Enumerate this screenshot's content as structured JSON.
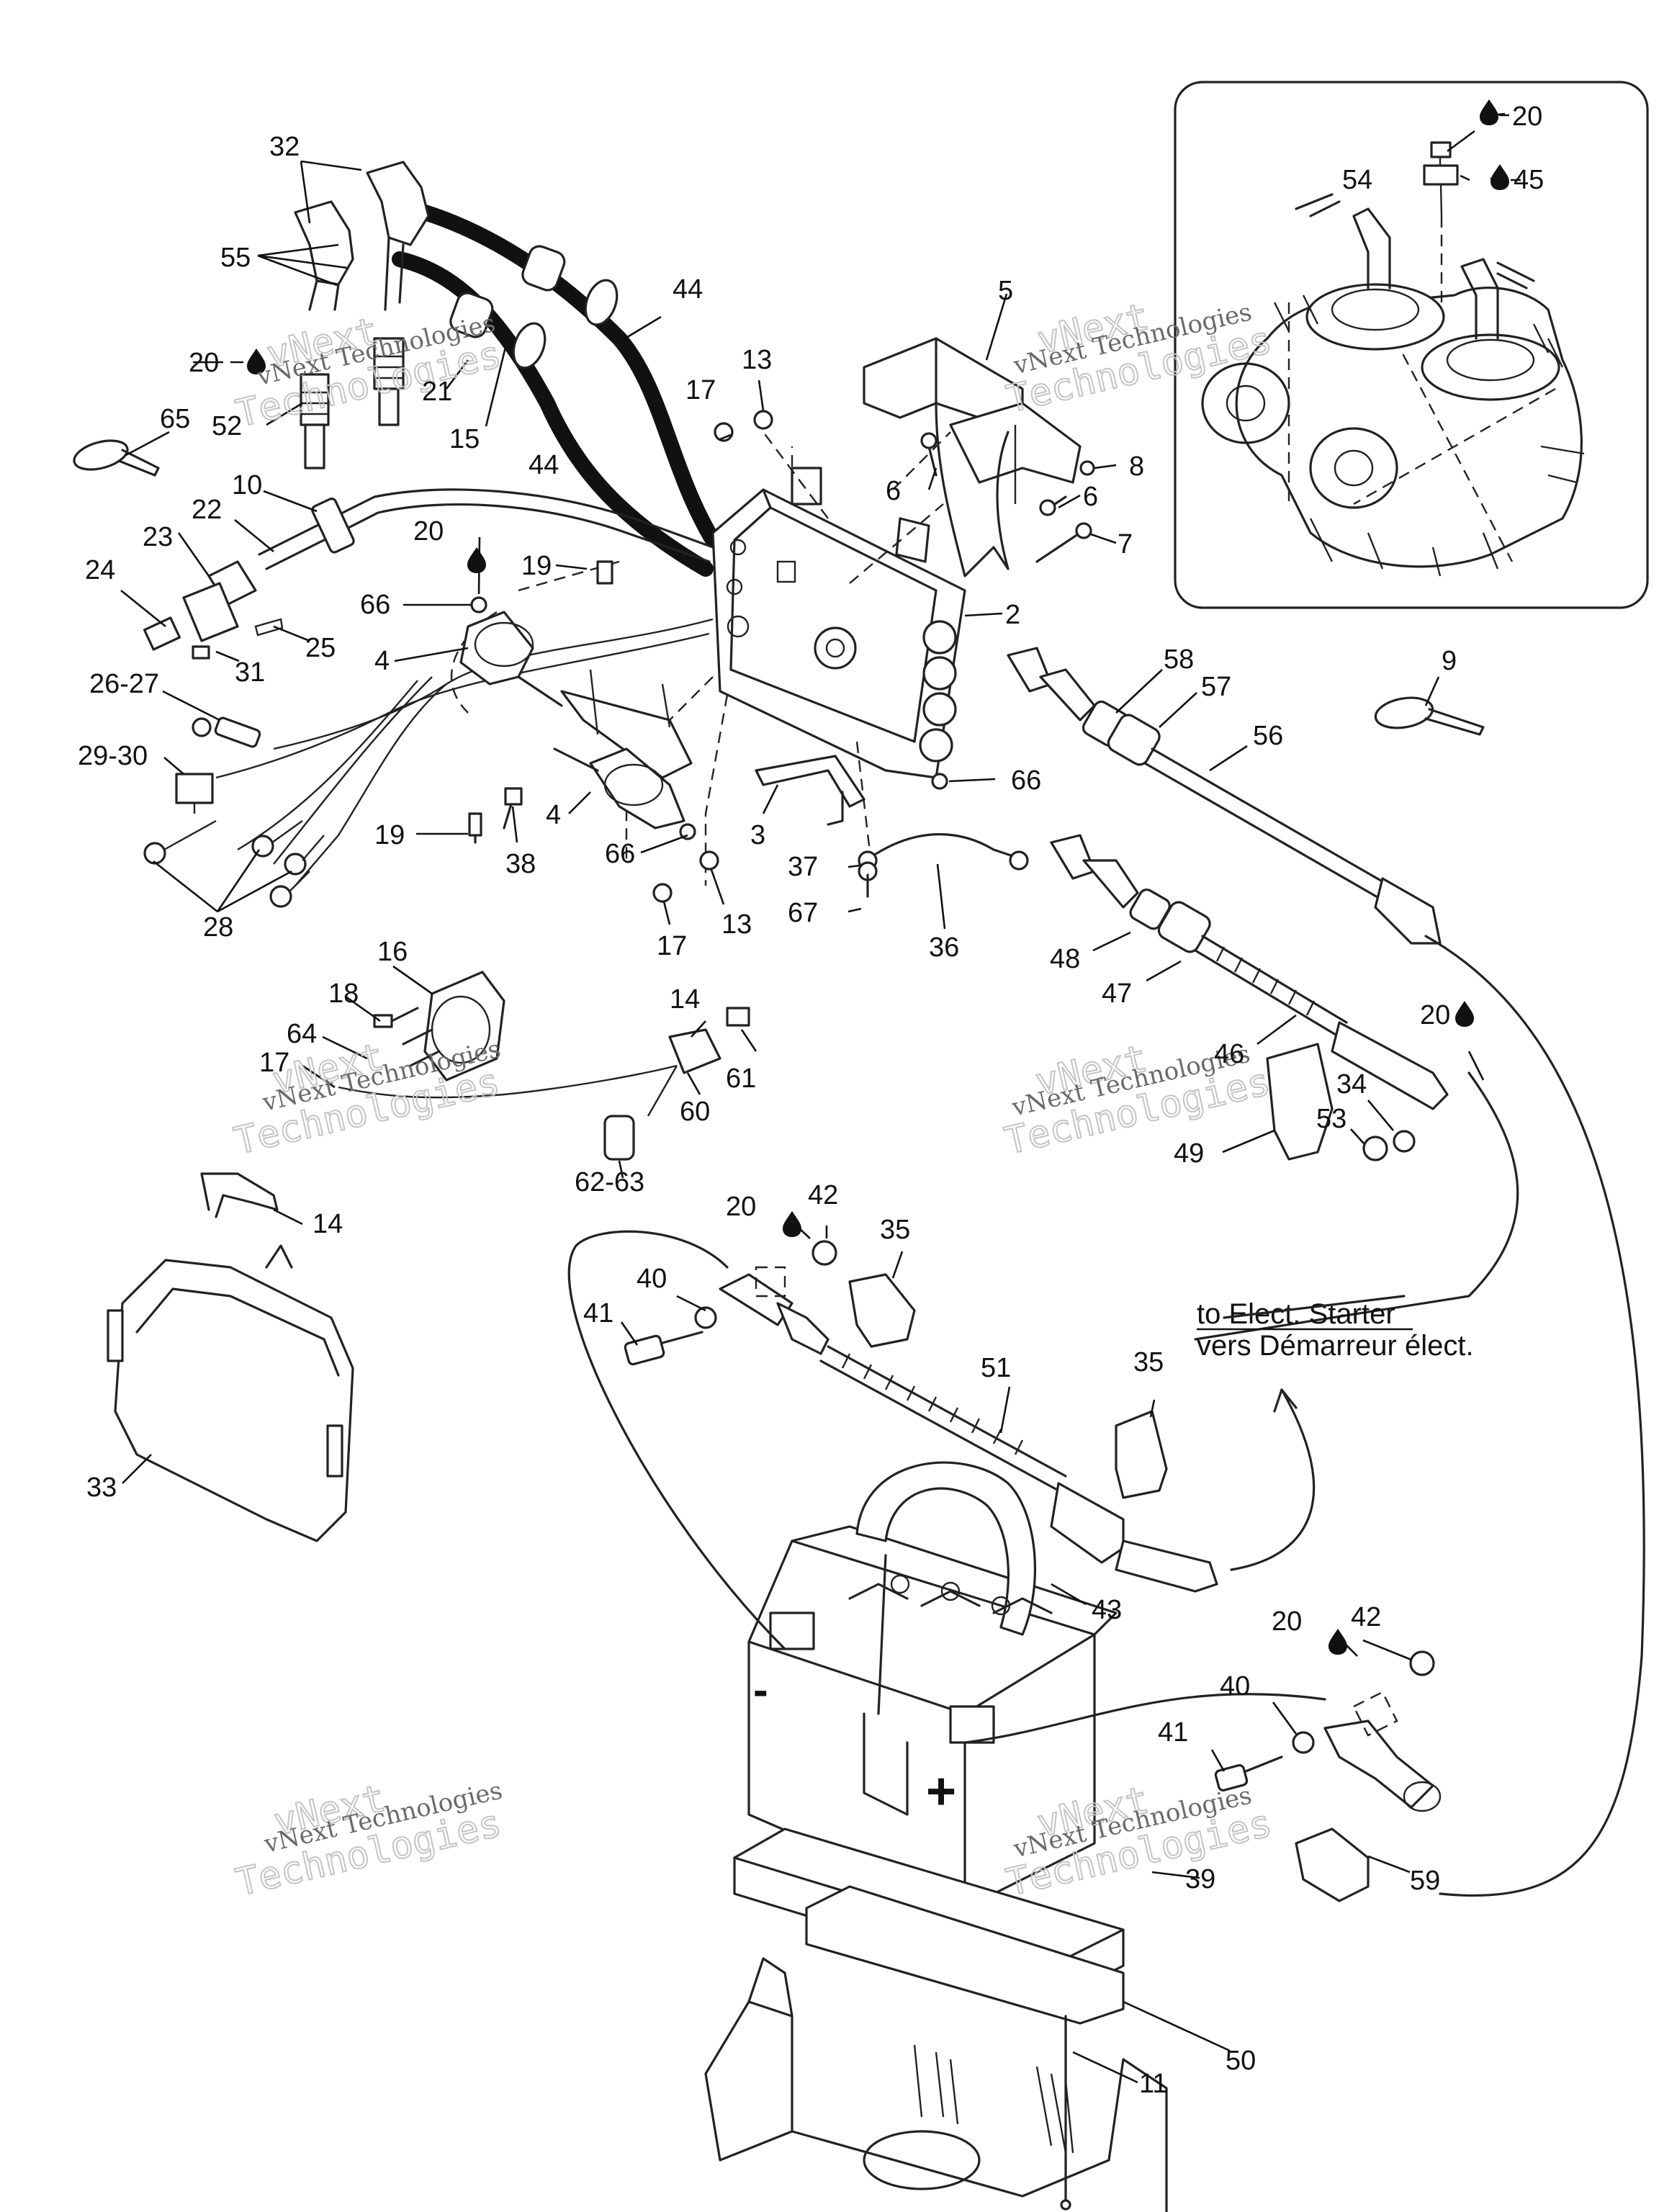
{
  "watermark": {
    "company": "vNext Technologies",
    "big_line1": "vNext",
    "big_line2": "Technologies"
  },
  "note": {
    "line1": "to Elect. Starter",
    "line2": "vers Démarreur élect."
  },
  "terminals": {
    "negative": "-",
    "positive": "+"
  },
  "callouts": [
    {
      "id": "c32",
      "text": "32"
    },
    {
      "id": "c55",
      "text": "55"
    },
    {
      "id": "c44a",
      "text": "44"
    },
    {
      "id": "c44b",
      "text": "44"
    },
    {
      "id": "c20a",
      "text": "20"
    },
    {
      "id": "c21",
      "text": "21"
    },
    {
      "id": "c15",
      "text": "15"
    },
    {
      "id": "c52",
      "text": "52"
    },
    {
      "id": "c65",
      "text": "65"
    },
    {
      "id": "c10",
      "text": "10"
    },
    {
      "id": "c22",
      "text": "22"
    },
    {
      "id": "c23",
      "text": "23"
    },
    {
      "id": "c24",
      "text": "24"
    },
    {
      "id": "c25",
      "text": "25"
    },
    {
      "id": "c31",
      "text": "31"
    },
    {
      "id": "c26",
      "text": "26-27"
    },
    {
      "id": "c29",
      "text": "29-30"
    },
    {
      "id": "c28",
      "text": "28"
    },
    {
      "id": "c17a",
      "text": "17"
    },
    {
      "id": "c13a",
      "text": "13"
    },
    {
      "id": "c20b",
      "text": "20"
    },
    {
      "id": "c19a",
      "text": "19"
    },
    {
      "id": "c66a",
      "text": "66"
    },
    {
      "id": "c4a",
      "text": "4"
    },
    {
      "id": "c4b",
      "text": "4"
    },
    {
      "id": "c19b",
      "text": "19"
    },
    {
      "id": "c38",
      "text": "38"
    },
    {
      "id": "c66b",
      "text": "66"
    },
    {
      "id": "c17b",
      "text": "17"
    },
    {
      "id": "c13b",
      "text": "13"
    },
    {
      "id": "c3",
      "text": "3"
    },
    {
      "id": "c2",
      "text": "2"
    },
    {
      "id": "c5",
      "text": "5"
    },
    {
      "id": "c6a",
      "text": "6"
    },
    {
      "id": "c6b",
      "text": "6"
    },
    {
      "id": "c8",
      "text": "8"
    },
    {
      "id": "c7",
      "text": "7"
    },
    {
      "id": "c66c",
      "text": "66"
    },
    {
      "id": "c37",
      "text": "37"
    },
    {
      "id": "c67",
      "text": "67"
    },
    {
      "id": "c36",
      "text": "36"
    },
    {
      "id": "c58",
      "text": "58"
    },
    {
      "id": "c57",
      "text": "57"
    },
    {
      "id": "c56",
      "text": "56"
    },
    {
      "id": "c9",
      "text": "9"
    },
    {
      "id": "c20c",
      "text": "20"
    },
    {
      "id": "c54",
      "text": "54"
    },
    {
      "id": "c45",
      "text": "45"
    },
    {
      "id": "c48",
      "text": "48"
    },
    {
      "id": "c47",
      "text": "47"
    },
    {
      "id": "c46",
      "text": "46"
    },
    {
      "id": "c20d",
      "text": "20"
    },
    {
      "id": "c34",
      "text": "34"
    },
    {
      "id": "c53",
      "text": "53"
    },
    {
      "id": "c49",
      "text": "49"
    },
    {
      "id": "c16",
      "text": "16"
    },
    {
      "id": "c18",
      "text": "18"
    },
    {
      "id": "c64",
      "text": "64"
    },
    {
      "id": "c17c",
      "text": "17"
    },
    {
      "id": "c14a",
      "text": "14"
    },
    {
      "id": "c61",
      "text": "61"
    },
    {
      "id": "c60",
      "text": "60"
    },
    {
      "id": "c62",
      "text": "62-63"
    },
    {
      "id": "c14b",
      "text": "14"
    },
    {
      "id": "c33",
      "text": "33"
    },
    {
      "id": "c20e",
      "text": "20"
    },
    {
      "id": "c42a",
      "text": "42"
    },
    {
      "id": "c35a",
      "text": "35"
    },
    {
      "id": "c40a",
      "text": "40"
    },
    {
      "id": "c41a",
      "text": "41"
    },
    {
      "id": "c51",
      "text": "51"
    },
    {
      "id": "c35b",
      "text": "35"
    },
    {
      "id": "c43",
      "text": "43"
    },
    {
      "id": "c20f",
      "text": "20"
    },
    {
      "id": "c42b",
      "text": "42"
    },
    {
      "id": "c40b",
      "text": "40"
    },
    {
      "id": "c41b",
      "text": "41"
    },
    {
      "id": "c39",
      "text": "39"
    },
    {
      "id": "c59",
      "text": "59"
    },
    {
      "id": "c50",
      "text": "50"
    },
    {
      "id": "c11",
      "text": "11"
    }
  ]
}
